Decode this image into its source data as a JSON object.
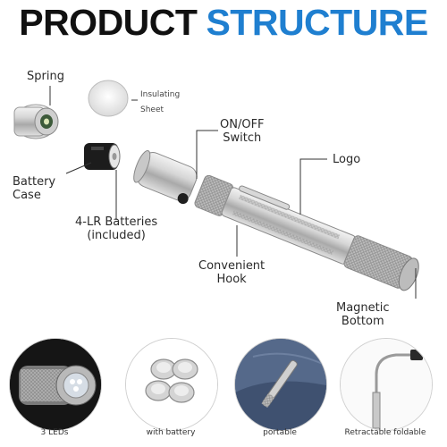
{
  "title": {
    "word1": "PRODUCT",
    "word2": "STRUCTURE"
  },
  "labels": {
    "spring": "Spring",
    "insulating_sheet_line1": "Insulating",
    "insulating_sheet_line2": "Sheet",
    "on_off_line1": "ON/OFF",
    "on_off_line2": "Switch",
    "logo": "Logo",
    "battery_case_line1": "Battery",
    "battery_case_line2": "Case",
    "batteries_line1": "4-LR Batteries",
    "batteries_line2": "(included)",
    "hook_line1": "Convenient",
    "hook_line2": "Hook",
    "magnetic_line1": "Magnetic",
    "magnetic_line2": "Bottom"
  },
  "features": [
    {
      "caption": "3 LEDs",
      "icon": "led-head-icon"
    },
    {
      "caption": "with battery",
      "icon": "button-batteries-icon"
    },
    {
      "caption": "portable",
      "icon": "pocket-pen-icon"
    },
    {
      "caption": "Retractable foldable",
      "icon": "magnetic-pickup-icon"
    }
  ],
  "colors": {
    "accent": "#1f7fd0",
    "title_dark": "#111111",
    "metal": "#c9c9c9"
  }
}
